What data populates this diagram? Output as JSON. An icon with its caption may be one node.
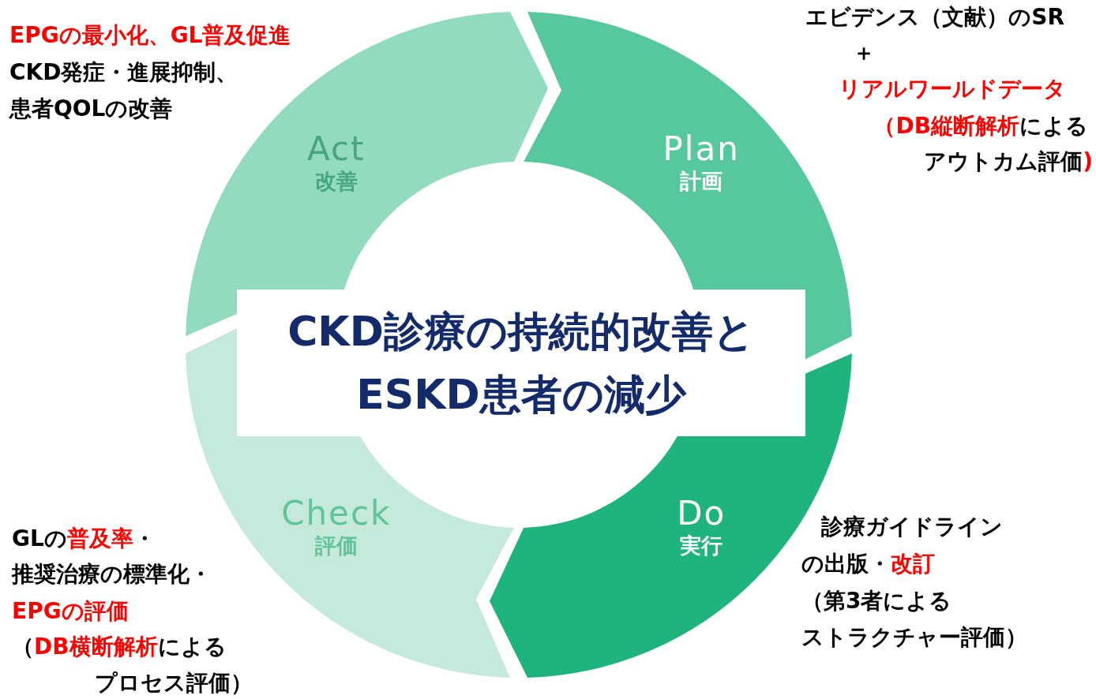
{
  "diagram": {
    "nodes": [
      {
        "text": [
          "Act",
          "改善"
        ],
        "beside": [
          "EPGの最小化、GL普及促進",
          "CKD発症・進展抑制、",
          "患者QOLの改善"
        ]
      },
      {
        "text": [
          "Plan",
          "計画"
        ],
        "beside": [
          "エビデンス（文献）のSR",
          "＋",
          "リアルワールドデータ",
          "（DB縦断解析による",
          "アウトカム評価)"
        ]
      },
      {
        "text": [
          "CKD診療の持続的改善とESKD患者の減少"
        ]
      },
      {
        "text": [
          "Check",
          "評価"
        ],
        "beside": [
          "GLの普及率・",
          "推奨治療の標準化・",
          "EPGの評価",
          "（DB横断解析による",
          "プロセス評価）"
        ]
      },
      {
        "text": [
          "Do",
          "実行"
        ],
        "beside": [
          "診療ガイドライン",
          "の出版・改訂",
          "（第3者による",
          "ストラクチャー評価）"
        ]
      }
    ]
  }
}
